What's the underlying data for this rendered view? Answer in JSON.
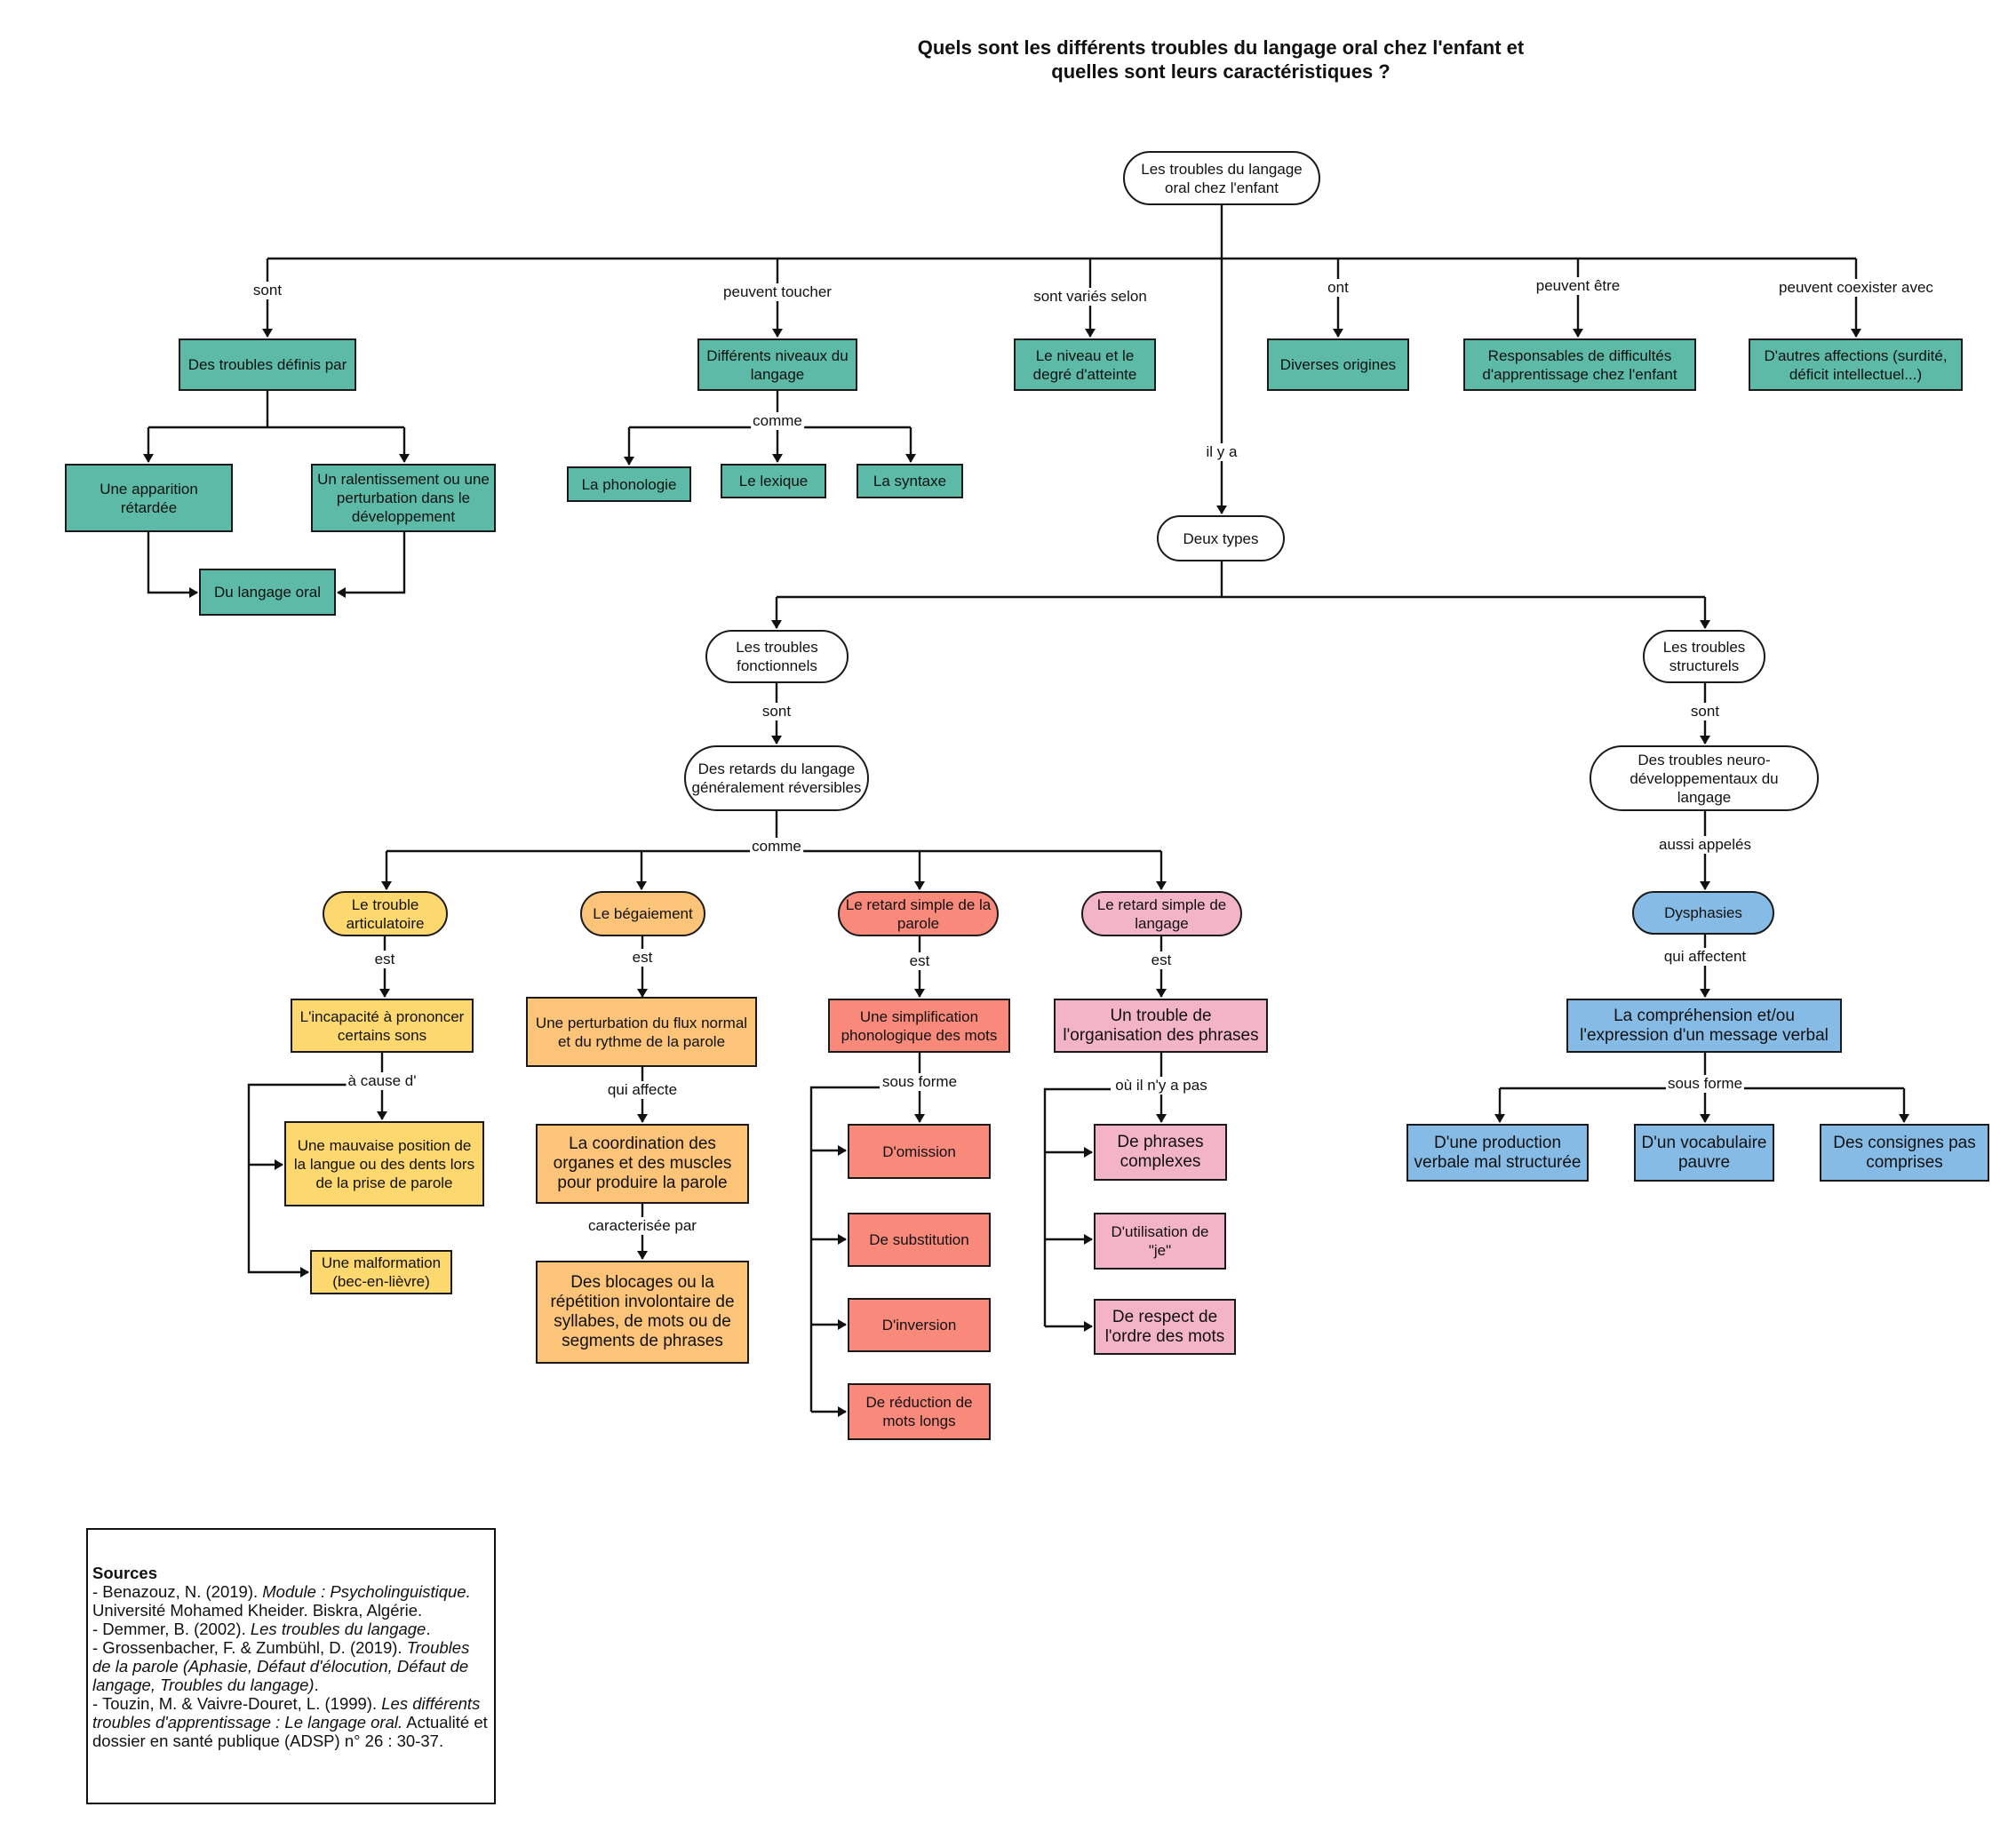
{
  "title": {
    "line1": "Quels sont les différents troubles du langage oral chez l'enfant et",
    "line2": "quelles sont leurs caractéristiques ?"
  },
  "root": "Les troubles du langage oral chez l'enfant",
  "branches": [
    {
      "label": "sont",
      "node": "Des troubles définis par"
    },
    {
      "label": "peuvent toucher",
      "node": "Différents niveaux du langage"
    },
    {
      "label": "sont variés selon",
      "node": "Le niveau et le degré d'atteinte"
    },
    {
      "label": "ont",
      "node": "Diverses origines"
    },
    {
      "label": "peuvent être",
      "node": "Responsables de difficultés d'apprentissage chez l'enfant"
    },
    {
      "label": "peuvent coexister avec",
      "node": "D'autres affections (surdité, déficit intellectuel...)"
    }
  ],
  "definis": {
    "children": [
      "Une apparition rétardée",
      "Un ralentissement ou une perturbation dans le développement"
    ],
    "target": "Du langage oral"
  },
  "niveaux": {
    "label": "comme",
    "children": [
      "La phonologie",
      "Le lexique",
      "La syntaxe"
    ]
  },
  "types": {
    "label": "il y a",
    "node": "Deux types"
  },
  "fonctionnels": {
    "node": "Les troubles fonctionnels",
    "label_sont": "sont",
    "desc": "Des retards du langage généralement réversibles",
    "label_comme": "comme",
    "kinds": [
      {
        "name": "Le trouble articulatoire",
        "est": "est",
        "definition": "L'incapacité à prononcer certains sons",
        "link": "à cause d'",
        "items": [
          "Une mauvaise position de la langue ou des dents lors de la prise de parole",
          "Une malformation (bec-en-lièvre)"
        ]
      },
      {
        "name": "Le bégaiement",
        "est": "est",
        "definition": "Une perturbation du flux normal et du rythme de la parole",
        "link1": "qui affecte",
        "affects": "La coordination des organes et des muscles pour produire la parole",
        "link2": "caracterisée par",
        "feature": "Des blocages ou la répétition involontaire de syllabes, de mots ou de segments de phrases"
      },
      {
        "name": "Le retard simple de la parole",
        "est": "est",
        "definition": "Une simplification phonologique des mots",
        "link": "sous forme",
        "items": [
          "D'omission",
          "De substitution",
          "D'inversion",
          "De réduction de mots longs"
        ]
      },
      {
        "name": "Le retard simple de langage",
        "est": "est",
        "definition": "Un trouble de l'organisation des phrases",
        "link": "où il n'y a pas",
        "items": [
          "De phrases complexes",
          "D'utilisation de \"je\"",
          "De respect de l'ordre des mots"
        ]
      }
    ]
  },
  "structurels": {
    "node": "Les troubles structurels",
    "label_sont": "sont",
    "desc": "Des troubles neuro-développementaux du langage",
    "label_aussi": "aussi appelés",
    "name": "Dysphasies",
    "label_affect": "qui affectent",
    "affects": "La compréhension et/ou l'expression d'un message verbal",
    "label_forme": "sous forme",
    "items": [
      "D'une production verbale mal structurée",
      "D'un vocabulaire pauvre",
      "Des consignes pas comprises"
    ]
  },
  "sources": {
    "heading": "Sources",
    "refs": [
      {
        "plain": "- Benazouz, N. (2019). ",
        "italic": "Module : Psycholinguistique.",
        "after": " Université Mohamed Kheider. Biskra, Algérie."
      },
      {
        "plain": "- Demmer, B. (2002). ",
        "italic": "Les troubles du langage",
        "after": "."
      },
      {
        "plain": "- Grossenbacher, F. & Zumbühl, D. (2019). ",
        "italic": "Troubles de la parole (Aphasie, Défaut d'élocution, Défaut de langage, Troubles du langage)",
        "after": "."
      },
      {
        "plain": "- Touzin, M. & Vaivre-Douret, L. (1999). ",
        "italic": "Les différents troubles d'apprentissage : Le langage oral.",
        "after": " Actualité et dossier en santé publique (ADSP) n° 26 : 30-37."
      }
    ]
  },
  "colors": {
    "teal": "#5dbaa6",
    "yellow": "#fdd86f",
    "orange": "#fbc479",
    "red": "#f98a7b",
    "pink": "#f3b4c7",
    "blue": "#86bbe5",
    "line": "#1a1a1a"
  }
}
